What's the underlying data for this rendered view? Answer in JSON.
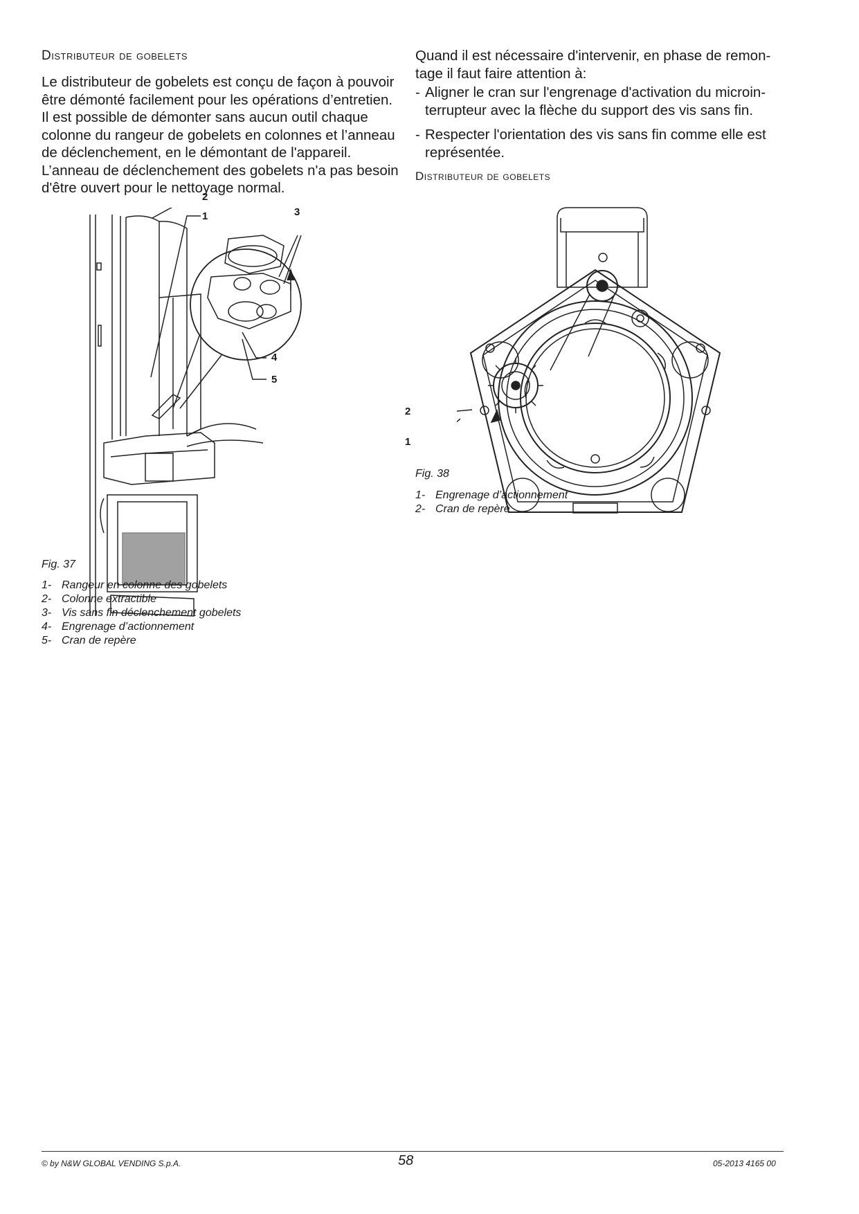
{
  "left": {
    "heading": "Distributeur de gobelets",
    "paragraph": [
      "Le distributeur de gobelets est conçu de façon à pouvoir",
      "être démonté facilement pour les opérations d’entretien.",
      "Il est possible de démonter sans aucun outil chaque",
      "colonne du rangeur de gobelets en colonnes et l’anneau",
      "de déclenchement, en le démontant de l'appareil.",
      "L’anneau de déclenchement des gobelets n'a pas besoin",
      "d'être ouvert pour le nettoyage normal."
    ],
    "figure": {
      "labels": [
        "2",
        "1",
        "3",
        "4",
        "5"
      ],
      "caption": "Fig. 37",
      "legend": [
        {
          "num": "1-",
          "text": "Rangeur en colonne des gobelets"
        },
        {
          "num": "2-",
          "text": "Colonne extractible"
        },
        {
          "num": "3-",
          "text": "Vis sans fin déclenchement gobelets"
        },
        {
          "num": "4-",
          "text": "Engrenage d’actionnement"
        },
        {
          "num": "5-",
          "text": "Cran de repère"
        }
      ]
    }
  },
  "right": {
    "intro": [
      "Quand il est nécessaire d'intervenir, en phase de remon-",
      "tage il faut faire attention à:"
    ],
    "bullets": [
      {
        "dash": "-",
        "lines": [
          "Aligner le cran sur l'engrenage d'activation du microin-",
          "terrupteur avec la flèche du support des vis sans fin."
        ]
      },
      {
        "dash": "-",
        "lines": [
          "Respecter l'orientation des vis sans fin comme elle est",
          "représentée."
        ]
      }
    ],
    "heading": "Distributeur de gobelets",
    "figure": {
      "labels": [
        "2",
        "1"
      ],
      "caption": "Fig. 38",
      "legend": [
        {
          "num": "1-",
          "text": "Engrenage d’actionnement"
        },
        {
          "num": "2-",
          "text": "Cran de repère"
        }
      ]
    }
  },
  "footer": {
    "copyright": "© by N&W GLOBAL VENDING S.p.A.",
    "page": "58",
    "doc_code": "05-2013 4165 00"
  }
}
